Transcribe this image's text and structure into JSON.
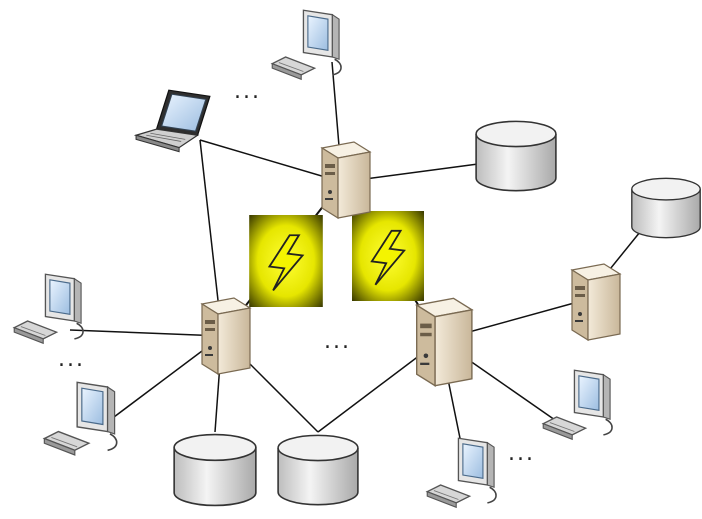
{
  "ellipsis_mark": "...",
  "colors": {
    "line": "#111111",
    "bolt_yellow": "#f2f200",
    "bolt_dark": "#2a2a00",
    "server_body": "#e9dcc8",
    "monitor_screen": "#cfe3f5",
    "disk": "#d9d9d9"
  },
  "nodes": [
    {
      "kind": "workstation",
      "name": "workstation-top"
    },
    {
      "kind": "laptop",
      "name": "laptop-top-left"
    },
    {
      "kind": "server",
      "name": "server-top"
    },
    {
      "kind": "disk",
      "name": "disk-top-right"
    },
    {
      "kind": "disk",
      "name": "disk-far-right"
    },
    {
      "kind": "server",
      "name": "server-right"
    },
    {
      "kind": "server",
      "name": "server-left"
    },
    {
      "kind": "server",
      "name": "server-center-right"
    },
    {
      "kind": "workstation",
      "name": "workstation-left-upper"
    },
    {
      "kind": "workstation",
      "name": "workstation-left-lower"
    },
    {
      "kind": "disk",
      "name": "disk-bottom-left"
    },
    {
      "kind": "disk",
      "name": "disk-bottom-center"
    },
    {
      "kind": "workstation",
      "name": "workstation-right-lower"
    },
    {
      "kind": "workstation",
      "name": "workstation-bottom-right"
    }
  ],
  "links": [
    [
      "workstation-top",
      "server-top"
    ],
    [
      "laptop-top-left",
      "server-top"
    ],
    [
      "disk-top-right",
      "server-top"
    ],
    [
      "laptop-top-left",
      "server-left"
    ],
    [
      "server-top",
      "server-left",
      "wan"
    ],
    [
      "server-top",
      "server-center-right",
      "wan"
    ],
    [
      "workstation-left-upper",
      "server-left"
    ],
    [
      "workstation-left-lower",
      "server-left"
    ],
    [
      "disk-bottom-left",
      "server-left"
    ],
    [
      "disk-bottom-center",
      "server-left"
    ],
    [
      "disk-bottom-center",
      "server-center-right"
    ],
    [
      "server-right",
      "server-center-right"
    ],
    [
      "disk-far-right",
      "server-right"
    ],
    [
      "workstation-right-lower",
      "server-center-right"
    ],
    [
      "workstation-bottom-right",
      "server-center-right"
    ]
  ],
  "wan_links": [
    {
      "name": "wan-link-left",
      "icon": "lightning-icon"
    },
    {
      "name": "wan-link-right",
      "icon": "lightning-icon"
    }
  ]
}
